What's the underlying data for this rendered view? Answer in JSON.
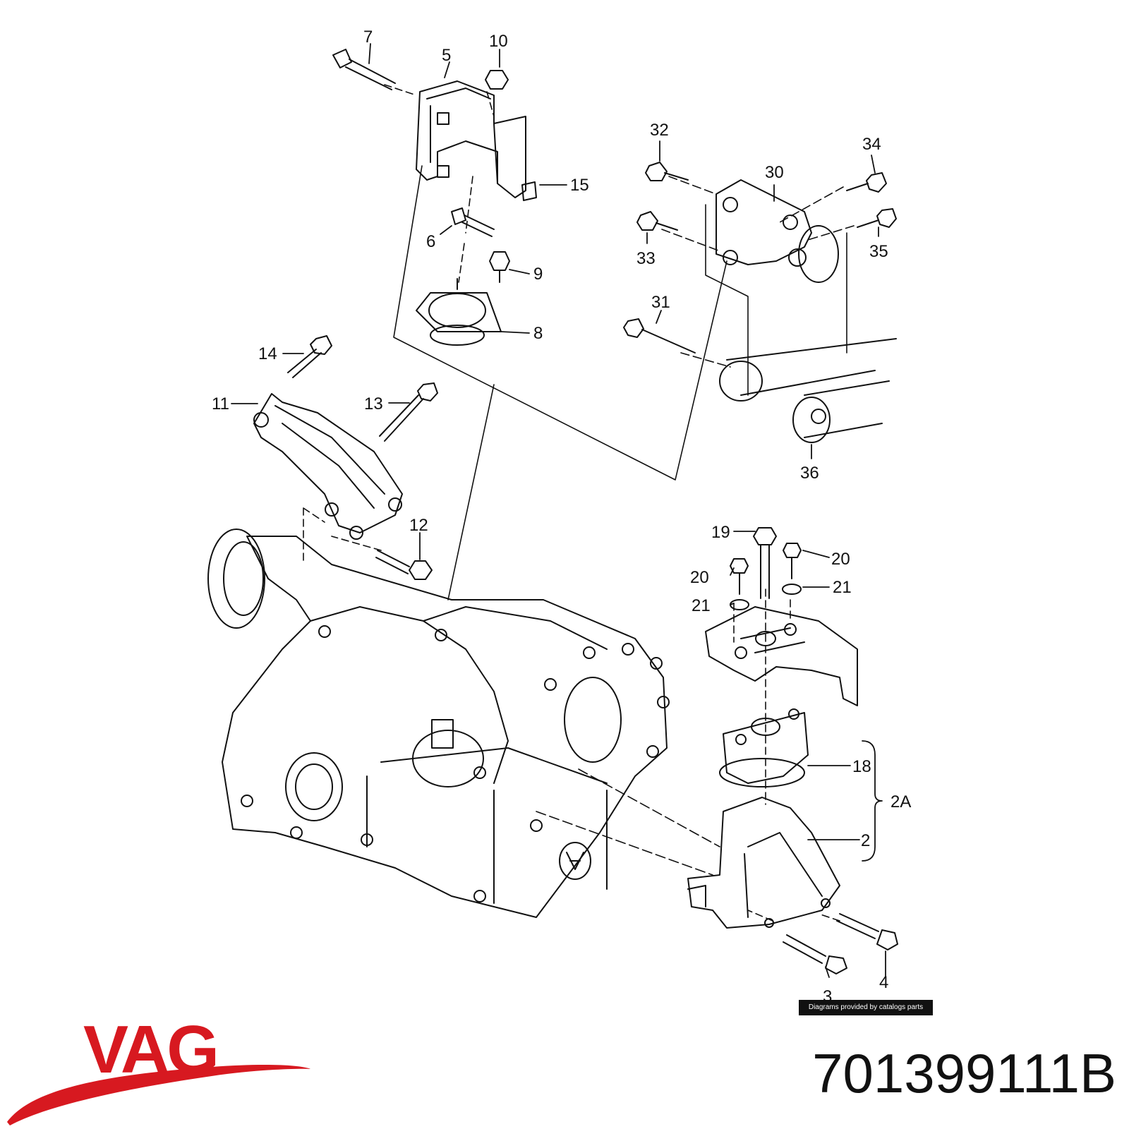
{
  "diagram": {
    "callouts": [
      {
        "id": "7",
        "label": "7"
      },
      {
        "id": "5",
        "label": "5"
      },
      {
        "id": "10",
        "label": "10"
      },
      {
        "id": "15",
        "label": "15"
      },
      {
        "id": "6",
        "label": "6"
      },
      {
        "id": "9",
        "label": "9"
      },
      {
        "id": "8",
        "label": "8"
      },
      {
        "id": "32",
        "label": "32"
      },
      {
        "id": "34",
        "label": "34"
      },
      {
        "id": "30",
        "label": "30"
      },
      {
        "id": "33",
        "label": "33"
      },
      {
        "id": "35",
        "label": "35"
      },
      {
        "id": "31",
        "label": "31"
      },
      {
        "id": "36",
        "label": "36"
      },
      {
        "id": "14",
        "label": "14"
      },
      {
        "id": "11",
        "label": "11"
      },
      {
        "id": "13",
        "label": "13"
      },
      {
        "id": "12",
        "label": "12"
      },
      {
        "id": "19",
        "label": "19"
      },
      {
        "id": "20a",
        "label": "20"
      },
      {
        "id": "20b",
        "label": "20"
      },
      {
        "id": "21a",
        "label": "21"
      },
      {
        "id": "21b",
        "label": "21"
      },
      {
        "id": "18",
        "label": "18"
      },
      {
        "id": "2A",
        "label": "2A"
      },
      {
        "id": "2",
        "label": "2"
      },
      {
        "id": "3",
        "label": "3"
      },
      {
        "id": "4",
        "label": "4"
      }
    ],
    "credit": "Diagrams provided by catalogs parts"
  },
  "brand": {
    "name": "VAG",
    "color": "#d71920"
  },
  "part_number": "701399111B"
}
